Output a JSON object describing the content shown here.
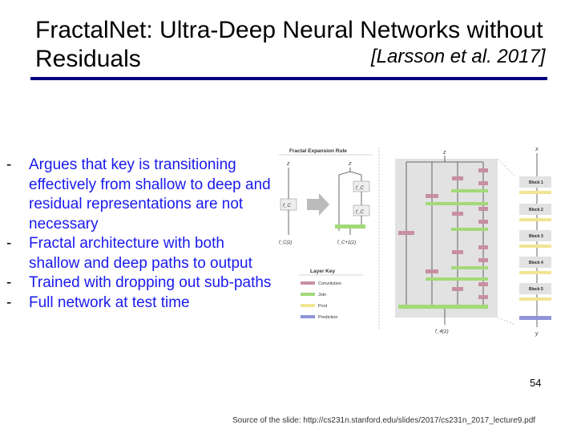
{
  "title": "FractalNet: Ultra-Deep Neural Networks without Residuals",
  "citation": "[Larsson et al. 2017]",
  "bullets": [
    "Argues that key is transitioning effectively from shallow to deep and residual representations are not necessary",
    "Fractal architecture with both shallow and deep paths to output",
    "Trained with dropping out sub-paths",
    "Full network at test time"
  ],
  "bullet_marker": "-",
  "figure": {
    "expansion_title": "Fractal Expansion Rule",
    "z_label": "z",
    "fc_label": "f_C",
    "fc_out": "f_C(z)",
    "fc1_out": "f_C+1(z)",
    "layer_key_title": "Layer Key",
    "layer_key": [
      {
        "label": "Convolution",
        "color": "#c88fa3"
      },
      {
        "label": "Join",
        "color": "#a3d977"
      },
      {
        "label": "Pool",
        "color": "#f2e493"
      },
      {
        "label": "Prediction",
        "color": "#8f95d8"
      }
    ],
    "f4_label": "f_4(z)",
    "x_label": "x",
    "y_label": "y",
    "blocks": [
      "Block 1",
      "Block 2",
      "Block 3",
      "Block 4",
      "Block 5"
    ]
  },
  "slide_number": "54",
  "source": "Source of the slide: http://cs231n.stanford.edu/slides/2017/cs231n_2017_lecture9.pdf"
}
